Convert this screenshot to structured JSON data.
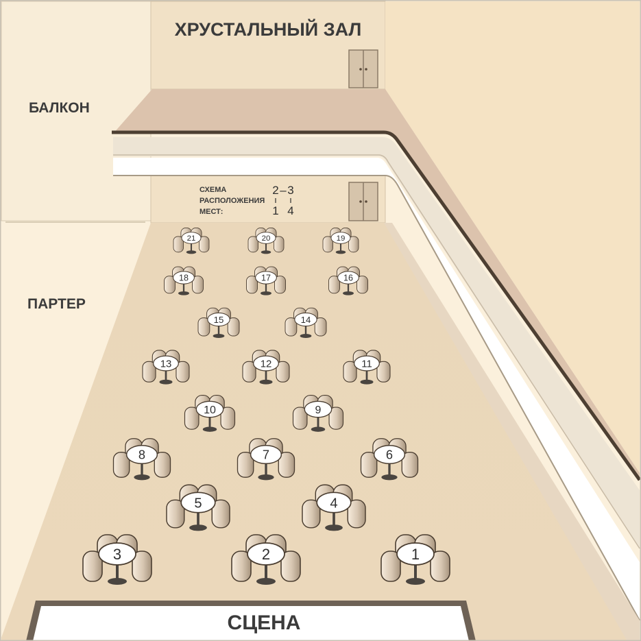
{
  "hall": {
    "title": "ХРУСТАЛЬНЫЙ ЗАЛ",
    "balcony_label": "БАЛКОН",
    "parterre_label": "ПАРТЕР",
    "stage_label": "СЦЕНА"
  },
  "legend": {
    "line1": "СХЕМА",
    "line2": "РАСПОЛОЖЕНИЯ",
    "line3": "МЕСТ:",
    "seat_top_left": "2",
    "seat_top_right": "3",
    "seat_bottom_left": "1",
    "seat_bottom_right": "4",
    "dash": "–"
  },
  "colors": {
    "wall": "#fbf0dc",
    "floor": "#ecd9bc",
    "balcony_top": "#dcc3ad",
    "rail_dark": "#5a4a3a",
    "chair_shade": "#b8a58f"
  },
  "icons": {
    "door": "double-door-icon",
    "table_set": "table-with-four-chairs-icon"
  },
  "tables": [
    {
      "number": "1"
    },
    {
      "number": "2"
    },
    {
      "number": "3"
    },
    {
      "number": "4"
    },
    {
      "number": "5"
    },
    {
      "number": "6"
    },
    {
      "number": "7"
    },
    {
      "number": "8"
    },
    {
      "number": "9"
    },
    {
      "number": "10"
    },
    {
      "number": "11"
    },
    {
      "number": "12"
    },
    {
      "number": "13"
    },
    {
      "number": "14"
    },
    {
      "number": "15"
    },
    {
      "number": "16"
    },
    {
      "number": "17"
    },
    {
      "number": "18"
    },
    {
      "number": "19"
    },
    {
      "number": "20"
    },
    {
      "number": "21"
    }
  ]
}
